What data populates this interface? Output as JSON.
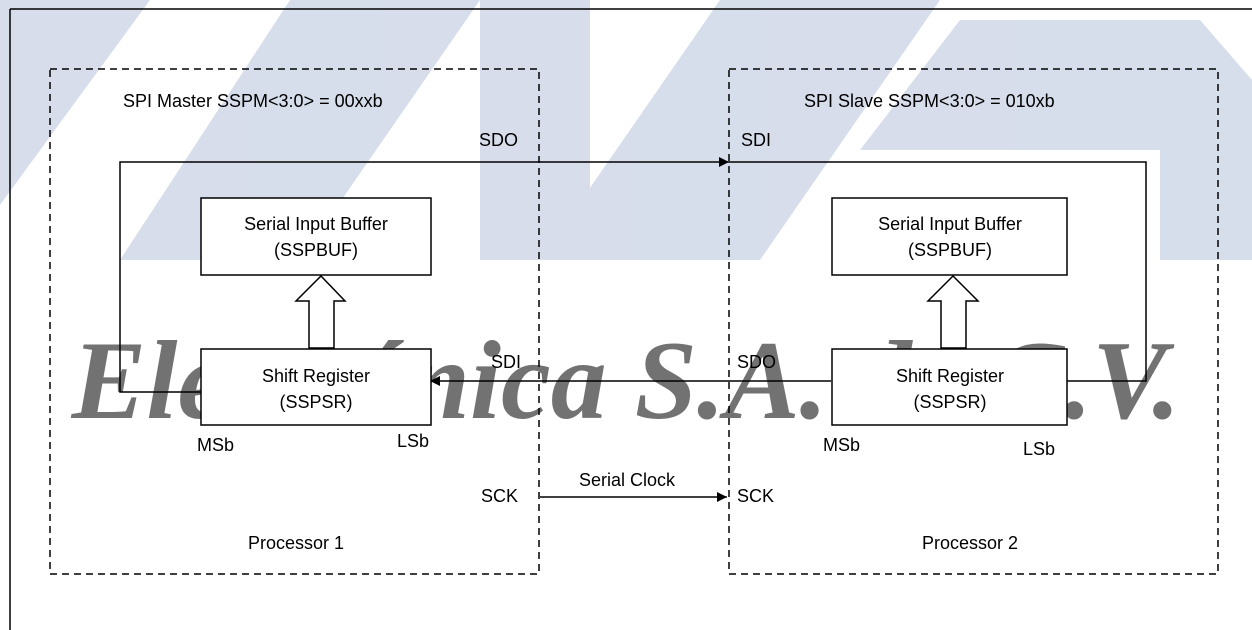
{
  "processor1": {
    "mode_label": "SPI Master SSPM<3:0> = 00xxb",
    "buffer_line1": "Serial Input Buffer",
    "buffer_line2": "(SSPBUF)",
    "shift_line1": "Shift Register",
    "shift_line2": "(SSPSR)",
    "msb": "MSb",
    "lsb": "LSb",
    "sdo": "SDO",
    "sdi": "SDI",
    "sck": "SCK",
    "name": "Processor 1"
  },
  "processor2": {
    "mode_label": "SPI Slave SSPM<3:0> = 010xb",
    "buffer_line1": "Serial Input Buffer",
    "buffer_line2": "(SSPBUF)",
    "shift_line1": "Shift Register",
    "shift_line2": "(SSPSR)",
    "msb": "MSb",
    "lsb": "LSb",
    "sdi": "SDI",
    "sdo": "SDO",
    "sck": "SCK",
    "name": "Processor 2"
  },
  "serial_clock_label": "Serial Clock",
  "watermark": {
    "text": "Electrónica S.A. de C.V.",
    "color": "#9aa9c6"
  }
}
